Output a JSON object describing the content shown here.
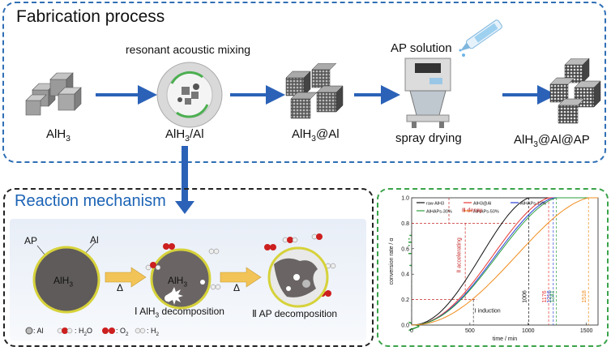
{
  "fabrication": {
    "title": "Fabrication process",
    "step_mixing": "resonant acoustic mixing",
    "step_ap_solution": "AP solution",
    "label_alh3_base": "AlH",
    "label_alh3_sub": "3",
    "label_alh3al_base": "AlH",
    "label_alh3al_sub": "3",
    "label_alh3al_rest": "/Al",
    "label_alh3atal_base": "AlH",
    "label_alh3atal_sub": "3",
    "label_alh3atal_rest": "@Al",
    "label_spray": "spray drying",
    "label_final_base": "AlH",
    "label_final_sub": "3",
    "label_final_rest": "@Al@AP"
  },
  "mechanism": {
    "title": "Reaction mechanism",
    "label_ap": "AP",
    "label_al": "Al",
    "core_label": "AlH",
    "core_sub": "3",
    "delta_symbol": "Δ",
    "stage1_prefix": "Ⅰ AlH",
    "stage1_sub": "3",
    "stage1_suffix": " decomposition",
    "stage2": "Ⅱ AP decomposition",
    "legend_al": ": Al",
    "legend_h2o_base": ": H",
    "legend_h2o_sub": "2",
    "legend_h2o_rest": "O",
    "legend_o2_base": ": O",
    "legend_o2_sub": "2",
    "legend_h2_base": ": H",
    "legend_h2_sub": "2"
  },
  "vacuum": {
    "title": "Vacuum stability"
  },
  "chart_data": {
    "type": "line",
    "xlabel": "time / min",
    "ylabel": "conversion rate / α",
    "xlim": [
      0,
      1600
    ],
    "ylim": [
      0,
      1.0
    ],
    "x_ticks": [
      "0",
      "500",
      "1000",
      "1500"
    ],
    "y_ticks": [
      "0.0",
      "0.2",
      "0.4",
      "0.6",
      "0.8",
      "1.0"
    ],
    "series": [
      {
        "name": "raw AlH3",
        "color": "#111111",
        "end_time": 1006
      },
      {
        "name": "AlH3@Al",
        "color": "#e53935",
        "end_time": 1176
      },
      {
        "name": "AlHAPs-10%",
        "color": "#283fd6",
        "end_time": 1216
      },
      {
        "name": "AlHAPs-30%",
        "color": "#2e9e3e",
        "end_time": 1241
      },
      {
        "name": "AlHAPs-50%",
        "color": "#f08c1c",
        "end_time": 1518
      }
    ],
    "end_time_labels": [
      "1006",
      "1176",
      "1216",
      "1241",
      "1518"
    ],
    "stage_labels": {
      "induction": "Ⅰ induction",
      "accelerating": "Ⅱ accelerating",
      "decay": "Ⅲ decay"
    }
  }
}
